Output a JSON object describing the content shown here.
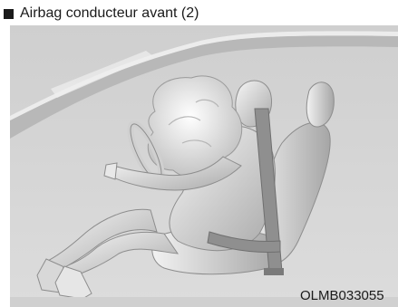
{
  "caption": {
    "bullet_icon": "square-bullet",
    "text": "Airbag conducteur avant (2)"
  },
  "figure": {
    "description_icon": "driver-airbag-deployed-illustration",
    "code": "OLMB033055"
  },
  "colors": {
    "background": "#d6d6d6",
    "figure_light": "#eeeeee",
    "figure_shadow": "#9c9c9c",
    "belt": "#8f8f8f",
    "pillar": "#b5b5b5",
    "text": "#1a1a1a"
  }
}
